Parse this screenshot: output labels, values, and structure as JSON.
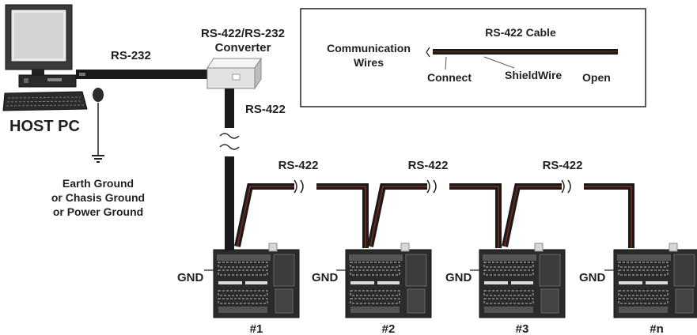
{
  "host": {
    "label": "HOST PC",
    "link_label": "RS-232"
  },
  "converter": {
    "title_line1": "RS-422/RS-232",
    "title_line2": "Converter",
    "down_label": "RS-422"
  },
  "ground": {
    "line1": "Earth Ground",
    "line2": "or Chasis Ground",
    "line3": "or Power Ground"
  },
  "legend": {
    "cable_title": "RS-422 Cable",
    "comm_line1": "Communication",
    "comm_line2": "Wires",
    "connect": "Connect",
    "shield": "ShieldWire",
    "open": "Open"
  },
  "links": [
    "RS-422",
    "RS-422",
    "RS-422"
  ],
  "gnd_label": "GND",
  "controllers": [
    "#1",
    "#2",
    "#3",
    "#n"
  ]
}
